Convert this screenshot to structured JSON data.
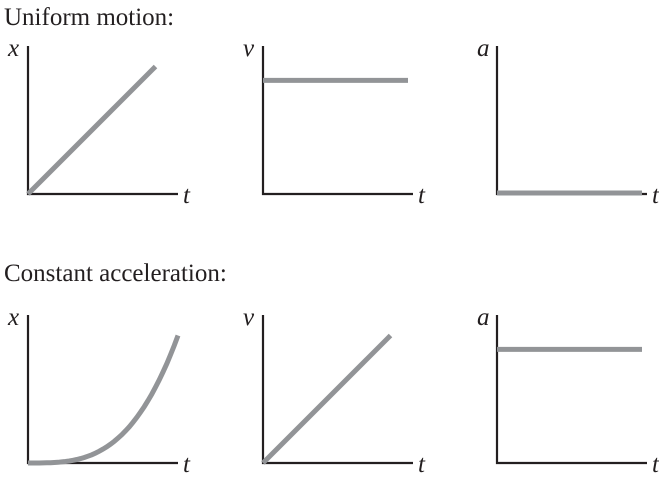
{
  "colors": {
    "axis": "#231f20",
    "curve": "#929497",
    "text": "#231f20"
  },
  "headings": [
    "Uniform motion:",
    "Constant acceleration:"
  ],
  "chart_data": [
    {
      "type": "line",
      "row": 0,
      "ylabel": "x",
      "xlabel": "t",
      "shape": "linear-increasing",
      "x": [
        0,
        1
      ],
      "y": [
        0,
        1
      ],
      "xlim": [
        0,
        1.05
      ],
      "ylim": [
        0,
        1.0
      ]
    },
    {
      "type": "line",
      "row": 0,
      "ylabel": "v",
      "xlabel": "t",
      "shape": "constant",
      "x": [
        0,
        1
      ],
      "y": [
        0.8,
        0.8
      ],
      "xlim": [
        0,
        1.05
      ],
      "ylim": [
        0,
        1.0
      ]
    },
    {
      "type": "line",
      "row": 0,
      "ylabel": "a",
      "xlabel": "t",
      "shape": "zero",
      "x": [
        0,
        1
      ],
      "y": [
        0,
        0
      ],
      "xlim": [
        0,
        1.0
      ],
      "ylim": [
        0,
        1.0
      ]
    },
    {
      "type": "line",
      "row": 1,
      "ylabel": "x",
      "xlabel": "t",
      "shape": "quadratic-increasing",
      "x": [
        0,
        0.25,
        0.5,
        0.75,
        1
      ],
      "y": [
        0,
        0.0625,
        0.25,
        0.5625,
        1
      ],
      "xlim": [
        0,
        1.05
      ],
      "ylim": [
        0,
        1.0
      ]
    },
    {
      "type": "line",
      "row": 1,
      "ylabel": "v",
      "xlabel": "t",
      "shape": "linear-increasing",
      "x": [
        0,
        1
      ],
      "y": [
        0,
        1
      ],
      "xlim": [
        0,
        1.05
      ],
      "ylim": [
        0,
        1.0
      ]
    },
    {
      "type": "line",
      "row": 1,
      "ylabel": "a",
      "xlabel": "t",
      "shape": "constant",
      "x": [
        0,
        1
      ],
      "y": [
        0.8,
        0.8
      ],
      "xlim": [
        0,
        1.0
      ],
      "ylim": [
        0,
        1.0
      ]
    }
  ]
}
